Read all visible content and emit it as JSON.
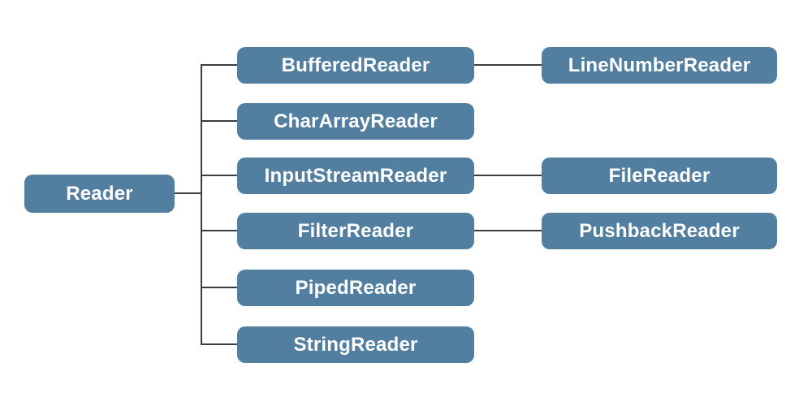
{
  "diagram": {
    "type": "class-hierarchy-tree",
    "nodes": {
      "reader": {
        "label": "Reader"
      },
      "buffered_reader": {
        "label": "BufferedReader"
      },
      "char_array_reader": {
        "label": "CharArrayReader"
      },
      "input_stream_reader": {
        "label": "InputStreamReader"
      },
      "filter_reader": {
        "label": "FilterReader"
      },
      "piped_reader": {
        "label": "PipedReader"
      },
      "string_reader": {
        "label": "StringReader"
      },
      "line_number_reader": {
        "label": "LineNumberReader"
      },
      "file_reader": {
        "label": "FileReader"
      },
      "pushback_reader": {
        "label": "PushbackReader"
      }
    },
    "edges": [
      {
        "from": "Reader",
        "to": "BufferedReader"
      },
      {
        "from": "Reader",
        "to": "CharArrayReader"
      },
      {
        "from": "Reader",
        "to": "InputStreamReader"
      },
      {
        "from": "Reader",
        "to": "FilterReader"
      },
      {
        "from": "Reader",
        "to": "PipedReader"
      },
      {
        "from": "Reader",
        "to": "StringReader"
      },
      {
        "from": "BufferedReader",
        "to": "LineNumberReader"
      },
      {
        "from": "InputStreamReader",
        "to": "FileReader"
      },
      {
        "from": "FilterReader",
        "to": "PushbackReader"
      }
    ],
    "colors": {
      "node_fill": "#527fa0",
      "node_text": "#ffffff",
      "edge": "#3d3d3d",
      "background": "#ffffff"
    }
  }
}
